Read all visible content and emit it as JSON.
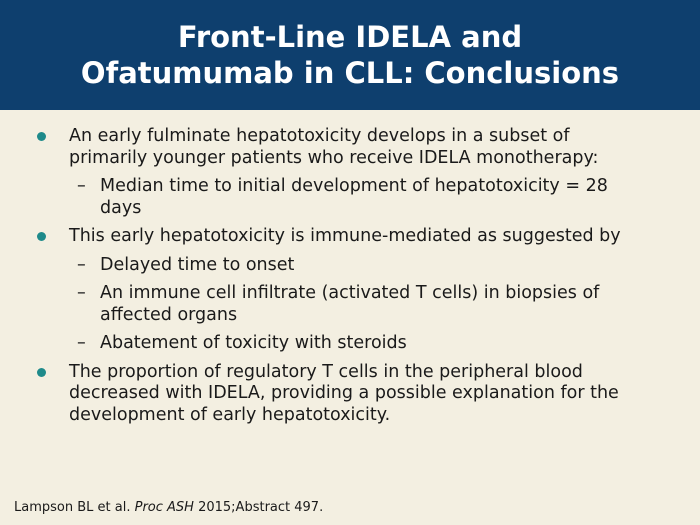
{
  "slide": {
    "title_line1": "Front-Line IDELA and",
    "title_line2": "Ofatumumab in CLL: Conclusions",
    "bullets": [
      {
        "text": "An early fulminate hepatotoxicity develops in a subset of primarily younger patients who receive IDELA monotherapy:",
        "subs": [
          "Median time to initial development of hepatotoxicity = 28 days"
        ]
      },
      {
        "text": "This early hepatotoxicity is immune-mediated as suggested by",
        "subs": [
          "Delayed time to onset",
          "An immune cell infiltrate (activated T cells) in biopsies of affected organs",
          "Abatement of toxicity with steroids"
        ]
      },
      {
        "text": "The proportion of regulatory T cells in the peripheral blood decreased with IDELA, providing a possible explanation for the development of early hepatotoxicity.",
        "subs": []
      }
    ],
    "citation": {
      "authors": "Lampson BL et al.",
      "journal": "Proc ASH",
      "rest": "2015;Abstract 497."
    }
  },
  "colors": {
    "header_bg": "#0e3f6e",
    "body_bg": "#f3efe1",
    "bullet_dot": "#1e8a8a"
  }
}
